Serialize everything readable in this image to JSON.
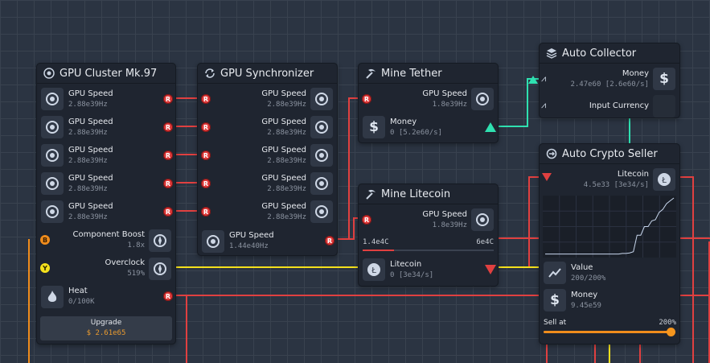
{
  "colors": {
    "red_wire": "#e04040",
    "yellow_wire": "#f4e01c",
    "orange_wire": "#f08c1c",
    "teal_wire": "#2fe0b0"
  },
  "gpu_cluster": {
    "title": "GPU Cluster Mk.97",
    "outputs": [
      {
        "label": "GPU Speed",
        "value": "2.88e39Hz"
      },
      {
        "label": "GPU Speed",
        "value": "2.88e39Hz"
      },
      {
        "label": "GPU Speed",
        "value": "2.88e39Hz"
      },
      {
        "label": "GPU Speed",
        "value": "2.88e39Hz"
      },
      {
        "label": "GPU Speed",
        "value": "2.88e39Hz"
      }
    ],
    "boost": {
      "label": "Component Boost",
      "value": "1.8x"
    },
    "overclock": {
      "label": "Overclock",
      "value": "519%"
    },
    "heat": {
      "label": "Heat",
      "value": "0/100K"
    },
    "upgrade": {
      "label": "Upgrade",
      "cost": "$ 2.61e65"
    }
  },
  "gpu_sync": {
    "title": "GPU Synchronizer",
    "inputs": [
      {
        "label": "GPU Speed",
        "value": "2.88e39Hz"
      },
      {
        "label": "GPU Speed",
        "value": "2.88e39Hz"
      },
      {
        "label": "GPU Speed",
        "value": "2.88e39Hz"
      },
      {
        "label": "GPU Speed",
        "value": "2.88e39Hz"
      },
      {
        "label": "GPU Speed",
        "value": "2.88e39Hz"
      }
    ],
    "output": {
      "label": "GPU Speed",
      "value": "1.44e40Hz"
    }
  },
  "mine_tether": {
    "title": "Mine Tether",
    "gpu": {
      "label": "GPU Speed",
      "value": "1.8e39Hz"
    },
    "money": {
      "label": "Money",
      "value": "0 [5.2e60/s]"
    }
  },
  "mine_litecoin": {
    "title": "Mine Litecoin",
    "gpu": {
      "label": "GPU Speed",
      "value": "1.8e39Hz"
    },
    "progress": {
      "min": "1.4e4C",
      "max": "6e4C",
      "fraction": 0.24
    },
    "litecoin": {
      "label": "Litecoin",
      "value": "0 [3e34/s]"
    }
  },
  "auto_collector": {
    "title": "Auto Collector",
    "money": {
      "label": "Money",
      "value": "2.47e60 [2.6e60/s]"
    },
    "input": {
      "label": "Input Currency"
    }
  },
  "auto_seller": {
    "title": "Auto Crypto Seller",
    "litecoin": {
      "label": "Litecoin",
      "value": "4.5e33 [3e34/s]"
    },
    "value": {
      "label": "Value",
      "value": "200/200%"
    },
    "money": {
      "label": "Money",
      "value": "9.45e59"
    },
    "sell": {
      "label": "Sell at",
      "value": "200%",
      "fraction": 1.0
    }
  },
  "chart_data": {
    "type": "line",
    "title": "",
    "xlabel": "",
    "ylabel": "",
    "y": [
      0.02,
      0.02,
      0.02,
      0.02,
      0.02,
      0.02,
      0.02,
      0.02,
      0.02,
      0.02,
      0.02,
      0.02,
      0.02,
      0.02,
      0.02,
      0.02,
      0.02,
      0.02,
      0.02,
      0.02,
      0.02,
      0.03,
      0.03,
      0.04,
      0.06,
      0.35,
      0.35,
      0.5,
      0.5,
      0.6,
      0.62,
      0.75,
      0.8,
      0.9,
      0.95,
      1.0
    ],
    "ylim": [
      0,
      1
    ],
    "grid": true
  }
}
